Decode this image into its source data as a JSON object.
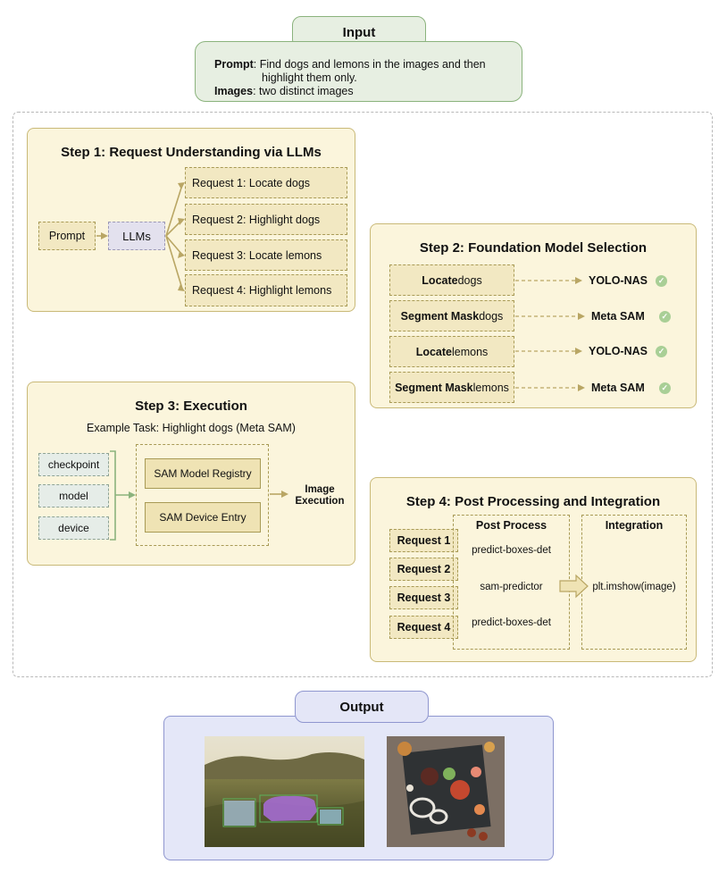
{
  "input": {
    "title": "Input",
    "prompt_label": "Prompt",
    "prompt_text": ": Find dogs and lemons in the images and then",
    "prompt_text_2": "highlight them only.",
    "images_label": "Images",
    "images_text": ": two distinct images"
  },
  "step1": {
    "title": "Step 1: Request Understanding via LLMs",
    "prompt": "Prompt",
    "llms": "LLMs",
    "requests": [
      "Request 1: Locate dogs",
      "Request 2: Highlight dogs",
      "Request 3: Locate lemons",
      "Request 4: Highlight lemons"
    ]
  },
  "step2": {
    "title": "Step 2: Foundation Model Selection",
    "rows": [
      {
        "bold": "Locate",
        "rest": " dogs",
        "model": "YOLO-NAS"
      },
      {
        "bold": "Segment Mask",
        "rest": " dogs",
        "model": "Meta SAM"
      },
      {
        "bold": "Locate",
        "rest": " lemons",
        "model": "YOLO-NAS"
      },
      {
        "bold": "Segment Mask",
        "rest": " lemons",
        "model": "Meta SAM"
      }
    ]
  },
  "step3": {
    "title": "Step 3: Execution",
    "subtitle": "Example Task: Highlight dogs (Meta SAM)",
    "inputs": [
      "checkpoint",
      "model",
      "device"
    ],
    "registry": "SAM Model Registry",
    "device_entry": "SAM Device Entry",
    "result_line1": "Image",
    "result_line2": "Execution"
  },
  "step4": {
    "title": "Step 4: Post Processing and Integration",
    "requests": [
      "Request 1",
      "Request 2",
      "Request 3",
      "Request 4"
    ],
    "post_title": "Post Process",
    "post_items": [
      "predict-boxes-det",
      "sam-predictor",
      "predict-boxes-det"
    ],
    "integration_title": "Integration",
    "integration_item": "plt.imshow(image)"
  },
  "output": {
    "title": "Output"
  },
  "colors": {
    "green_border": "#8bb37d",
    "step_fill": "#fbf5dc",
    "output_border": "#8f96cf"
  }
}
